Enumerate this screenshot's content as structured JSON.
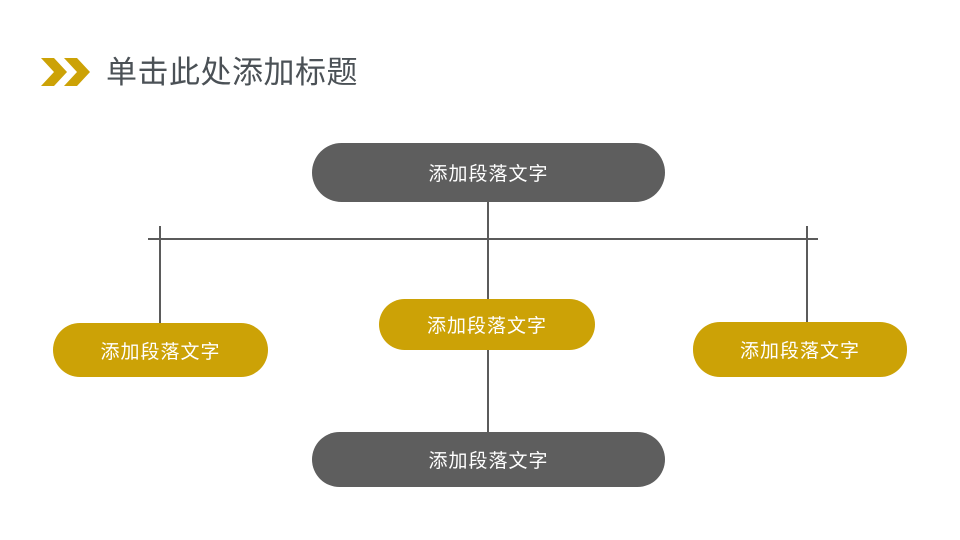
{
  "slide": {
    "background_color": "#ffffff",
    "title": {
      "text": "单击此处添加标题",
      "color": "#4b5156",
      "icon": "double-chevron-right-icon",
      "icon_color": "#cca206"
    },
    "palette": {
      "grey": "#5e5e5e",
      "yellow": "#cca206",
      "line": "#5b5b5b",
      "node_text": "#ffffff"
    },
    "nodes": [
      {
        "id": "top",
        "label": "添加段落文字",
        "style": "grey"
      },
      {
        "id": "left",
        "label": "添加段落文字",
        "style": "yellow"
      },
      {
        "id": "middle",
        "label": "添加段落文字",
        "style": "yellow"
      },
      {
        "id": "right",
        "label": "添加段落文字",
        "style": "yellow"
      },
      {
        "id": "bottom",
        "label": "添加段落文字",
        "style": "grey"
      }
    ]
  }
}
